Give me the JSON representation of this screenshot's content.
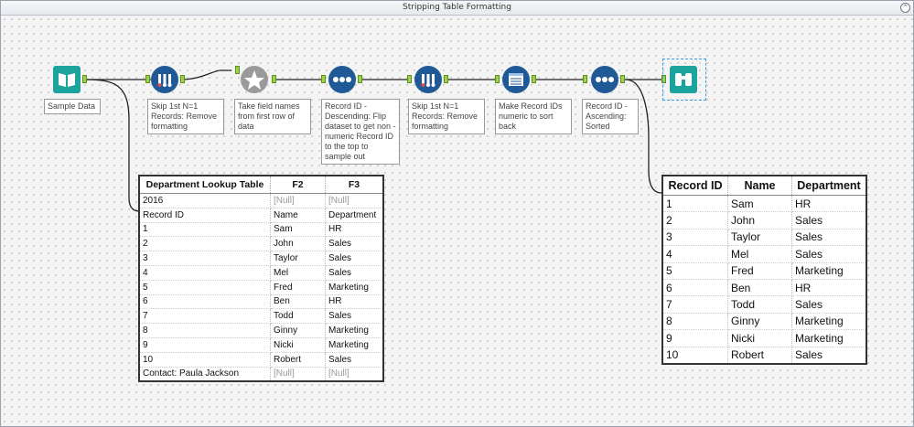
{
  "window": {
    "title": "Stripping Table Formatting",
    "collapse_glyph": "⌃"
  },
  "tools": [
    {
      "name": "sample-data-input-icon",
      "annotation": "Sample Data"
    },
    {
      "name": "sample-tool-icon",
      "annotation": "Skip 1st N=1 Records: Remove formatting"
    },
    {
      "name": "dynamic-rename-icon",
      "annotation": "Take field names from first row of data"
    },
    {
      "name": "sort-tool-icon",
      "annotation": "Record ID - Descending: Flip dataset to get non -numeric Record ID to the top to sample out"
    },
    {
      "name": "sample-tool-icon",
      "annotation": "Skip 1st N=1 Records: Remove formatting"
    },
    {
      "name": "select-tool-icon",
      "annotation": "Make Record IDs numeric to sort back"
    },
    {
      "name": "sort-tool-icon",
      "annotation": "Record ID - Ascending: Sorted"
    },
    {
      "name": "browse-tool-icon",
      "annotation": ""
    }
  ],
  "input_table": {
    "headers": [
      "Department Lookup Table",
      "F2",
      "F3"
    ],
    "rows": [
      [
        "2016",
        "[Null]",
        "[Null]"
      ],
      [
        "Record ID",
        "Name",
        "Department"
      ],
      [
        "1",
        "Sam",
        "HR"
      ],
      [
        "2",
        "John",
        "Sales"
      ],
      [
        "3",
        "Taylor",
        "Sales"
      ],
      [
        "4",
        "Mel",
        "Sales"
      ],
      [
        "5",
        "Fred",
        "Marketing"
      ],
      [
        "6",
        "Ben",
        "HR"
      ],
      [
        "7",
        "Todd",
        "Sales"
      ],
      [
        "8",
        "Ginny",
        "Marketing"
      ],
      [
        "9",
        "Nicki",
        "Marketing"
      ],
      [
        "10",
        "Robert",
        "Sales"
      ],
      [
        "Contact: Paula Jackson",
        "[Null]",
        "[Null]"
      ]
    ]
  },
  "output_table": {
    "headers": [
      "Record ID",
      "Name",
      "Department"
    ],
    "rows": [
      [
        "1",
        "Sam",
        "HR"
      ],
      [
        "2",
        "John",
        "Sales"
      ],
      [
        "3",
        "Taylor",
        "Sales"
      ],
      [
        "4",
        "Mel",
        "Sales"
      ],
      [
        "5",
        "Fred",
        "Marketing"
      ],
      [
        "6",
        "Ben",
        "HR"
      ],
      [
        "7",
        "Todd",
        "Sales"
      ],
      [
        "8",
        "Ginny",
        "Marketing"
      ],
      [
        "9",
        "Nicki",
        "Marketing"
      ],
      [
        "10",
        "Robert",
        "Sales"
      ]
    ]
  },
  "colors": {
    "input_tool": "#1ba39c",
    "preparation_tool": "#1f5a96",
    "developer_tool": "#9a9a9a",
    "browse_tool": "#1ba39c",
    "anchor": "#9bd24a",
    "selection": "#3aa0e6"
  }
}
